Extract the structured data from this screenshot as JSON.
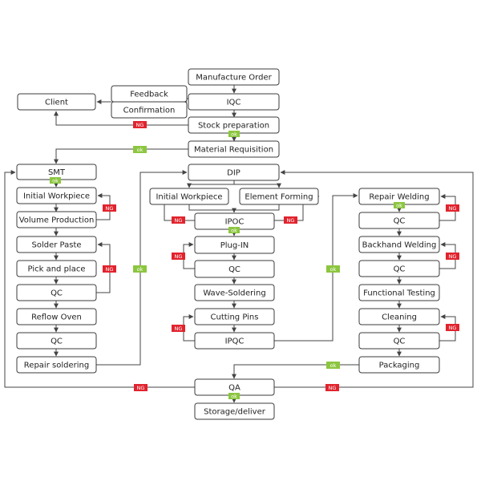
{
  "colors": {
    "ok": "#8cc63f",
    "ng": "#e1232d",
    "box_stroke": "#3b3b3b",
    "line": "#444444",
    "text": "#222222"
  },
  "nodes": {
    "manufacture_order": "Manufacture Order",
    "feedback": "Feedback",
    "confirmation": "Confirmation",
    "client": "Client",
    "iqc": "IQC",
    "stock_preparation": "Stock preparation",
    "material_requisition": "Material Requisition",
    "smt": "SMT",
    "smt_initial_workpiece": "Initial Workpiece",
    "volume_production": "Volume Production",
    "solder_paste": "Solder Paste",
    "pick_and_place": "Pick and place",
    "smt_qc1": "QC",
    "reflow_oven": "Reflow Oven",
    "smt_qc2": "QC",
    "repair_soldering": "Repair soldering",
    "dip": "DIP",
    "dip_initial_workpiece": "Initial Workpiece",
    "element_forming": "Element Forming",
    "ipoc": "IPOC",
    "plug_in": "Plug-IN",
    "dip_qc": "QC",
    "wave_soldering": "Wave-Soldering",
    "cutting_pins": "Cutting Pins",
    "ipqc": "IPQC",
    "repair_welding": "Repair Welding",
    "rw_qc": "QC",
    "backhand_welding": "Backhand Welding",
    "bw_qc": "QC",
    "functional_testing": "Functional Testing",
    "cleaning": "Cleaning",
    "cl_qc": "QC",
    "packaging": "Packaging",
    "qa": "QA",
    "storage_deliver": "Storage/deliver"
  },
  "tags": {
    "ok": "ok",
    "ng": "NG"
  }
}
